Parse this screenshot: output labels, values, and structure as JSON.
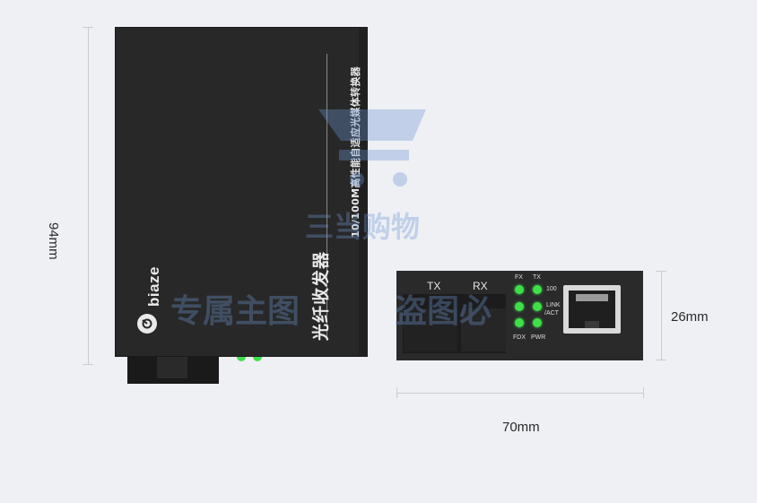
{
  "dimensions": {
    "height": "94mm",
    "width": "70mm",
    "depth": "26mm"
  },
  "device_large": {
    "brand": "biaze",
    "title": "光纤收发器",
    "subtitle": "10/100M高性能自适应光媒体转换器"
  },
  "device_small": {
    "port_tx": "TX",
    "port_rx": "RX",
    "led_fx": "FX",
    "led_tx": "TX",
    "led_100": "100",
    "led_link": "LINK",
    "led_act": "/ACT",
    "led_fdx": "FDX",
    "led_pwr": "PWR"
  },
  "watermark": {
    "line1": "三当购物",
    "line2": "专属主图",
    "line3": "盗图必"
  },
  "colors": {
    "led": "#3ee048",
    "device": "#282828",
    "background": "#eef0f4"
  }
}
